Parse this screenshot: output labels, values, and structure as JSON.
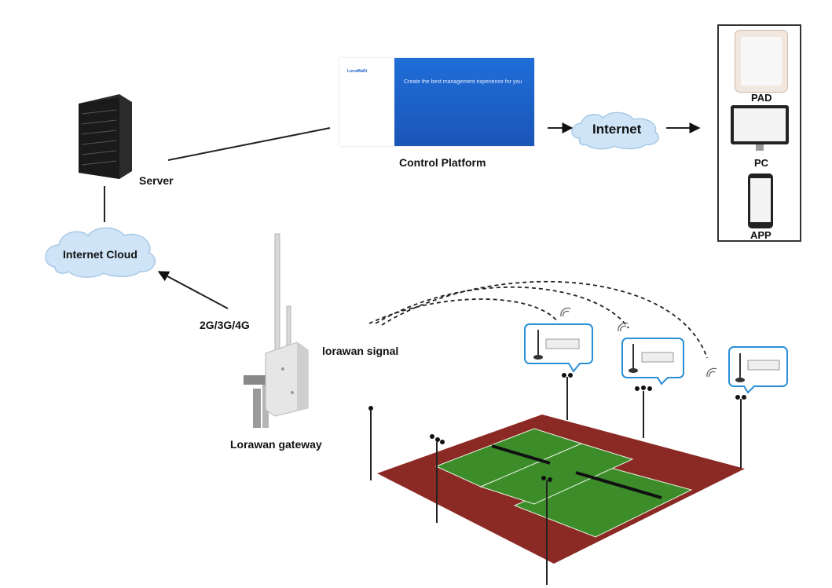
{
  "labels": {
    "server": "Server",
    "internet_cloud": "Internet Cloud",
    "control_platform": "Control Platform",
    "internet": "Internet",
    "network": "2G/3G/4G",
    "lorawan_signal": "lorawan signal",
    "lorawan_gateway": "Lorawan gateway"
  },
  "devices": {
    "pad": "PAD",
    "pc": "PC",
    "app": "APP"
  },
  "screen": {
    "brand": "LorraWaDi",
    "headline": "Create the best management experience for you"
  },
  "colors": {
    "cloud": "#cfe4f7",
    "court_surround": "#8b2a24",
    "court_green": "#3c8d2a",
    "bubble_border": "#2a8fd6",
    "platform_blue": "#1e63c9"
  }
}
